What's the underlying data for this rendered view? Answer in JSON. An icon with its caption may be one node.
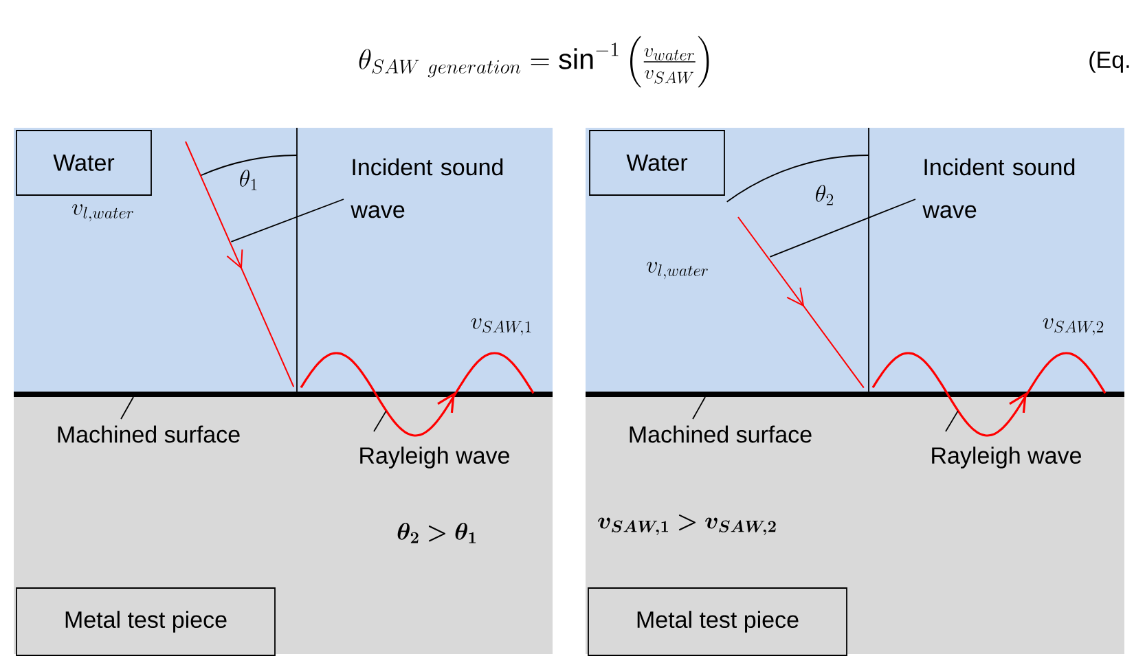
{
  "diagram": {
    "nodes": [
      {
        "text": [
          "Water"
        ]
      },
      {
        "text": [
          "Incident sound wave"
        ]
      },
      {
        "text": [
          "Machined surface"
        ]
      },
      {
        "text": [
          "Rayleigh wave"
        ]
      },
      {
        "text": [
          "Metal test piece"
        ]
      },
      {
        "text": [],
        "shape": "arrow"
      },
      {
        "text": [],
        "shape": "wave",
        "beside": [
          "v_{SAW,1}"
        ]
      },
      {
        "text": [
          "Water"
        ]
      },
      {
        "text": [
          "Incident sound wave"
        ]
      },
      {
        "text": [
          "Machined surface"
        ]
      },
      {
        "text": [
          "Rayleigh wave"
        ]
      },
      {
        "text": [
          "Metal test piece"
        ]
      },
      {
        "text": [],
        "shape": "arrow"
      },
      {
        "text": [],
        "shape": "wave",
        "beside": [
          "v_{SAW,2}"
        ]
      }
    ],
    "edges": [
      {
        "from": 1,
        "to": 5,
        "arrow": "none"
      },
      {
        "from": 2,
        "to": null,
        "arrow": "none"
      },
      {
        "from": 3,
        "to": 6,
        "arrow": "none"
      },
      {
        "from": 8,
        "to": 12,
        "arrow": "none"
      },
      {
        "from": 9,
        "to": null,
        "arrow": "none"
      },
      {
        "from": 10,
        "to": 13,
        "arrow": "none"
      }
    ],
    "labels": [
      "\\theta_{SAW\\ generation} = \\sin^{-1}\\left(\\frac{v_{water}}{v_{SAW}}\\right)",
      "(Eq.",
      "\\theta_1",
      "v_{l,water}",
      "\\boldsymbol{\\theta_2 > \\theta_1}",
      "\\theta_2",
      "v_{l,water}",
      "\\boldsymbol{v_{SAW,1} > v_{SAW,2}}"
    ]
  }
}
